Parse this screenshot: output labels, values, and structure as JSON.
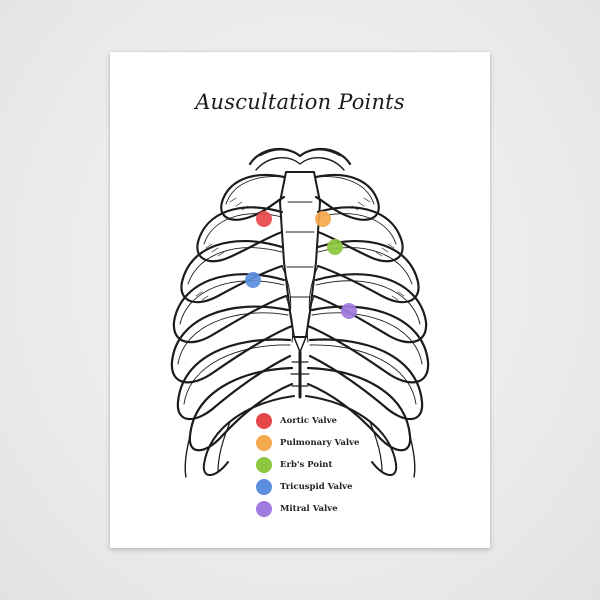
{
  "title": "Auscultation Points",
  "points": [
    {
      "id": "aortic",
      "color": "#e8474a"
    },
    {
      "id": "pulmonary",
      "color": "#f5a94d"
    },
    {
      "id": "erbs",
      "color": "#8dc63f"
    },
    {
      "id": "tricuspid",
      "color": "#5b8fde"
    },
    {
      "id": "mitral",
      "color": "#a07ae0"
    }
  ],
  "legend": [
    {
      "label": "Aortic Valve",
      "color": "#e8474a"
    },
    {
      "label": "Pulmonary Valve",
      "color": "#f5a94d"
    },
    {
      "label": "Erb's Point",
      "color": "#8dc63f"
    },
    {
      "label": "Tricuspid Valve",
      "color": "#5b8fde"
    },
    {
      "label": "Mitral Valve",
      "color": "#a07ae0"
    }
  ]
}
